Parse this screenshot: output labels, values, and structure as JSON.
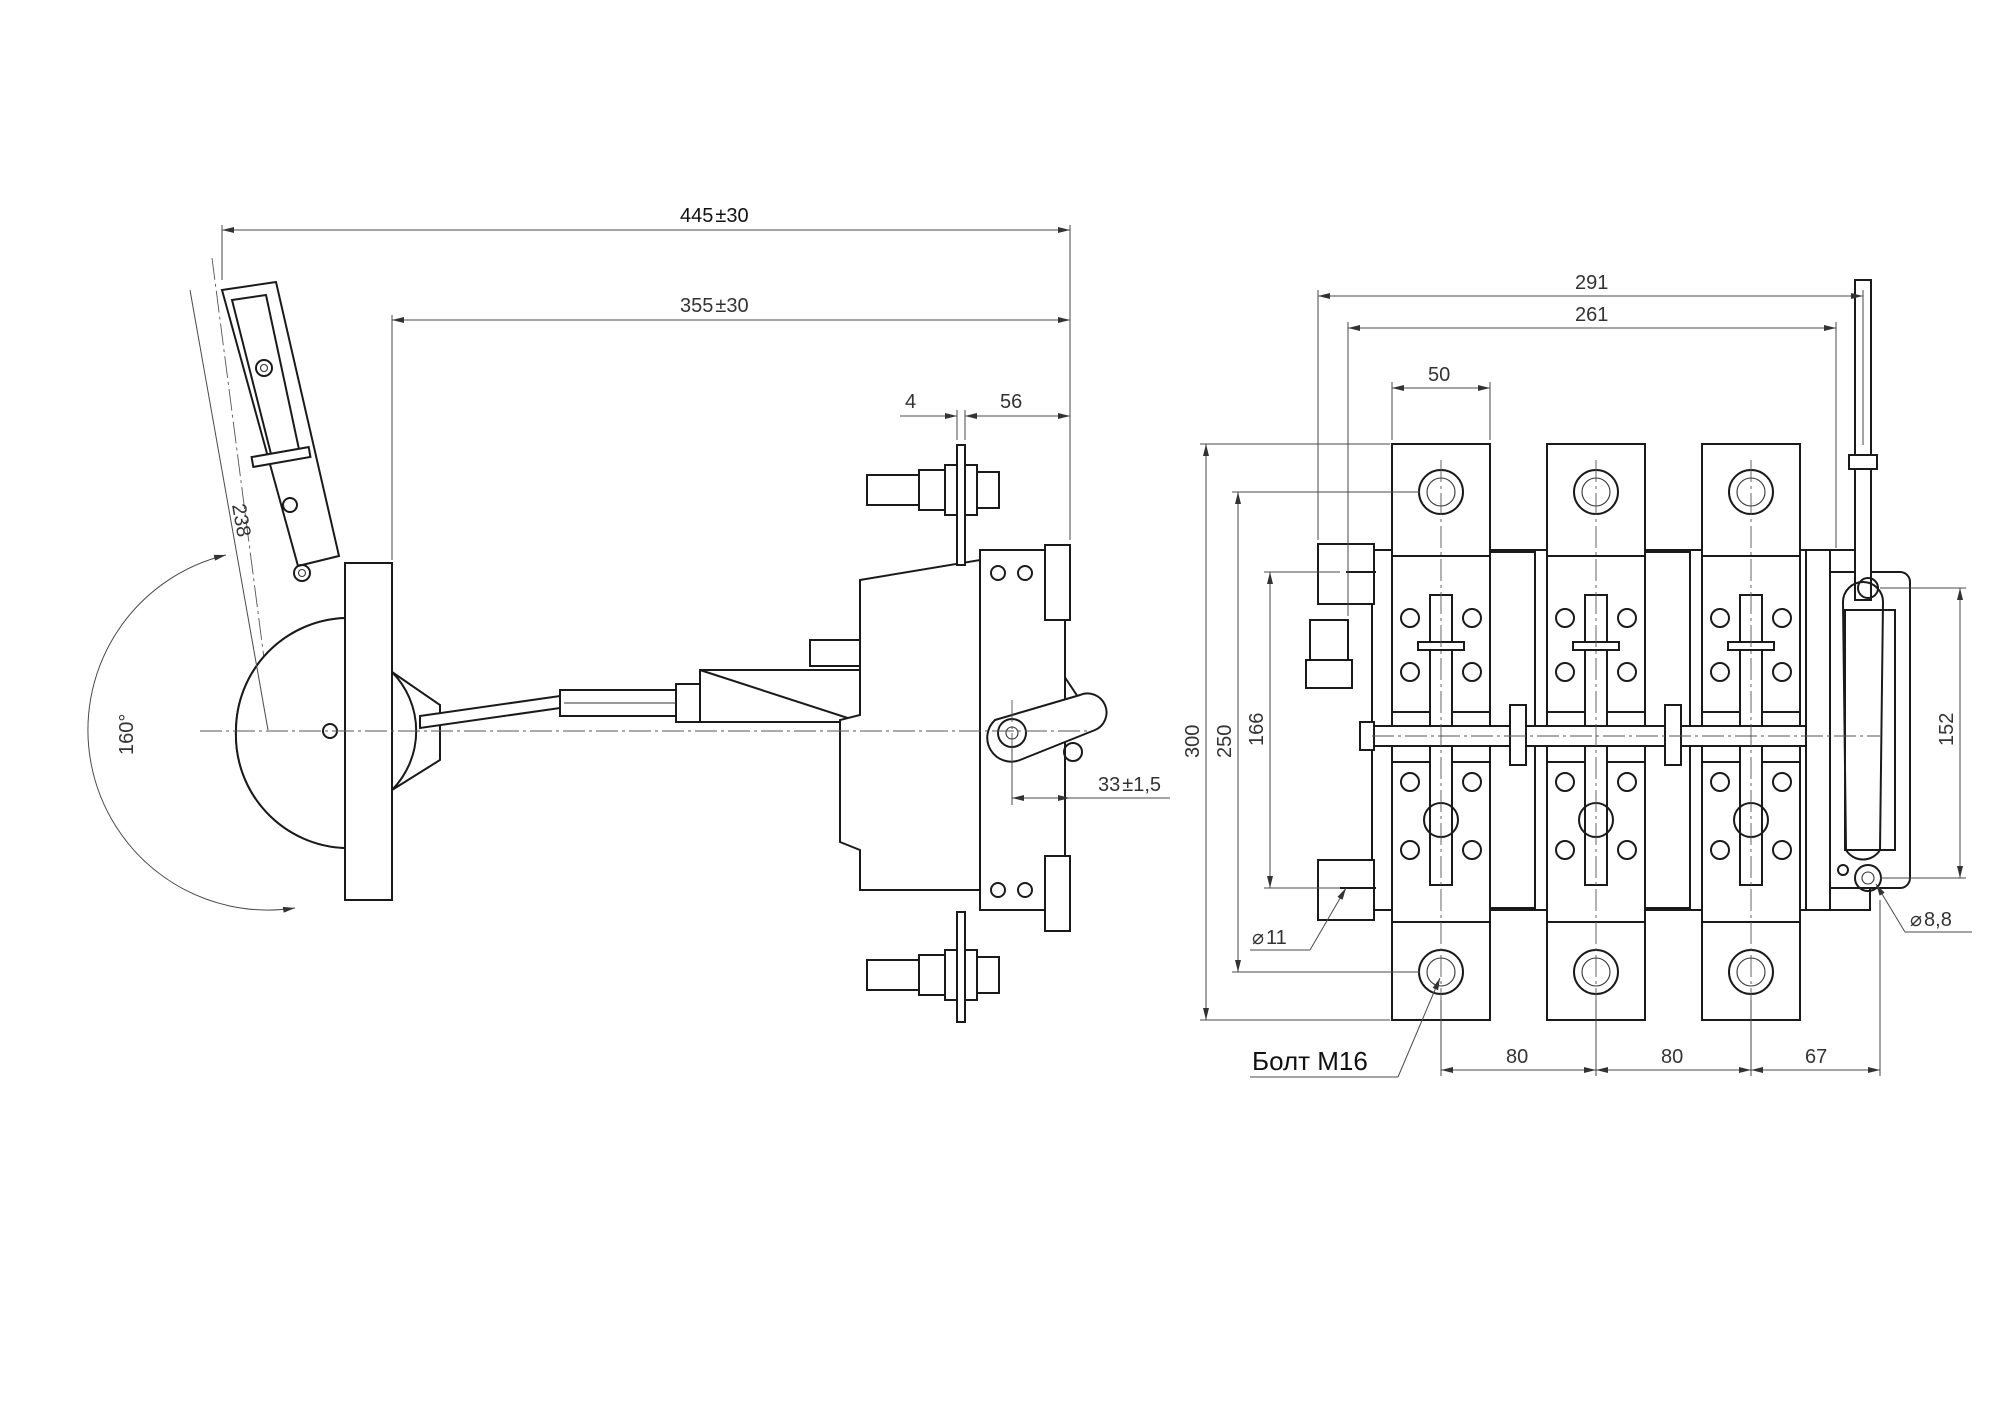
{
  "side_view": {
    "dim_overall_width": "445",
    "dim_overall_width_tol": "±30",
    "dim_handle_reach": "355",
    "dim_handle_reach_tol": "±30",
    "dim_plate_thickness": "4",
    "dim_mount_offset": "56",
    "dim_handle_length": "238",
    "dim_swing_angle": "160°",
    "dim_pivot_offset": "33",
    "dim_pivot_offset_tol": "±1,5"
  },
  "front_view": {
    "dim_total_width": "291",
    "dim_base_width": "261",
    "dim_busbar_width": "50",
    "dim_total_height": "300",
    "dim_hole_spacing": "250",
    "dim_mount_spacing": "166",
    "dim_mount_hole": "11",
    "dim_pitch_1": "80",
    "dim_pitch_2": "80",
    "dim_pitch_3": "67",
    "dim_side_height": "152",
    "dim_side_hole": "8,8",
    "bolt_label": "Болт М16"
  }
}
